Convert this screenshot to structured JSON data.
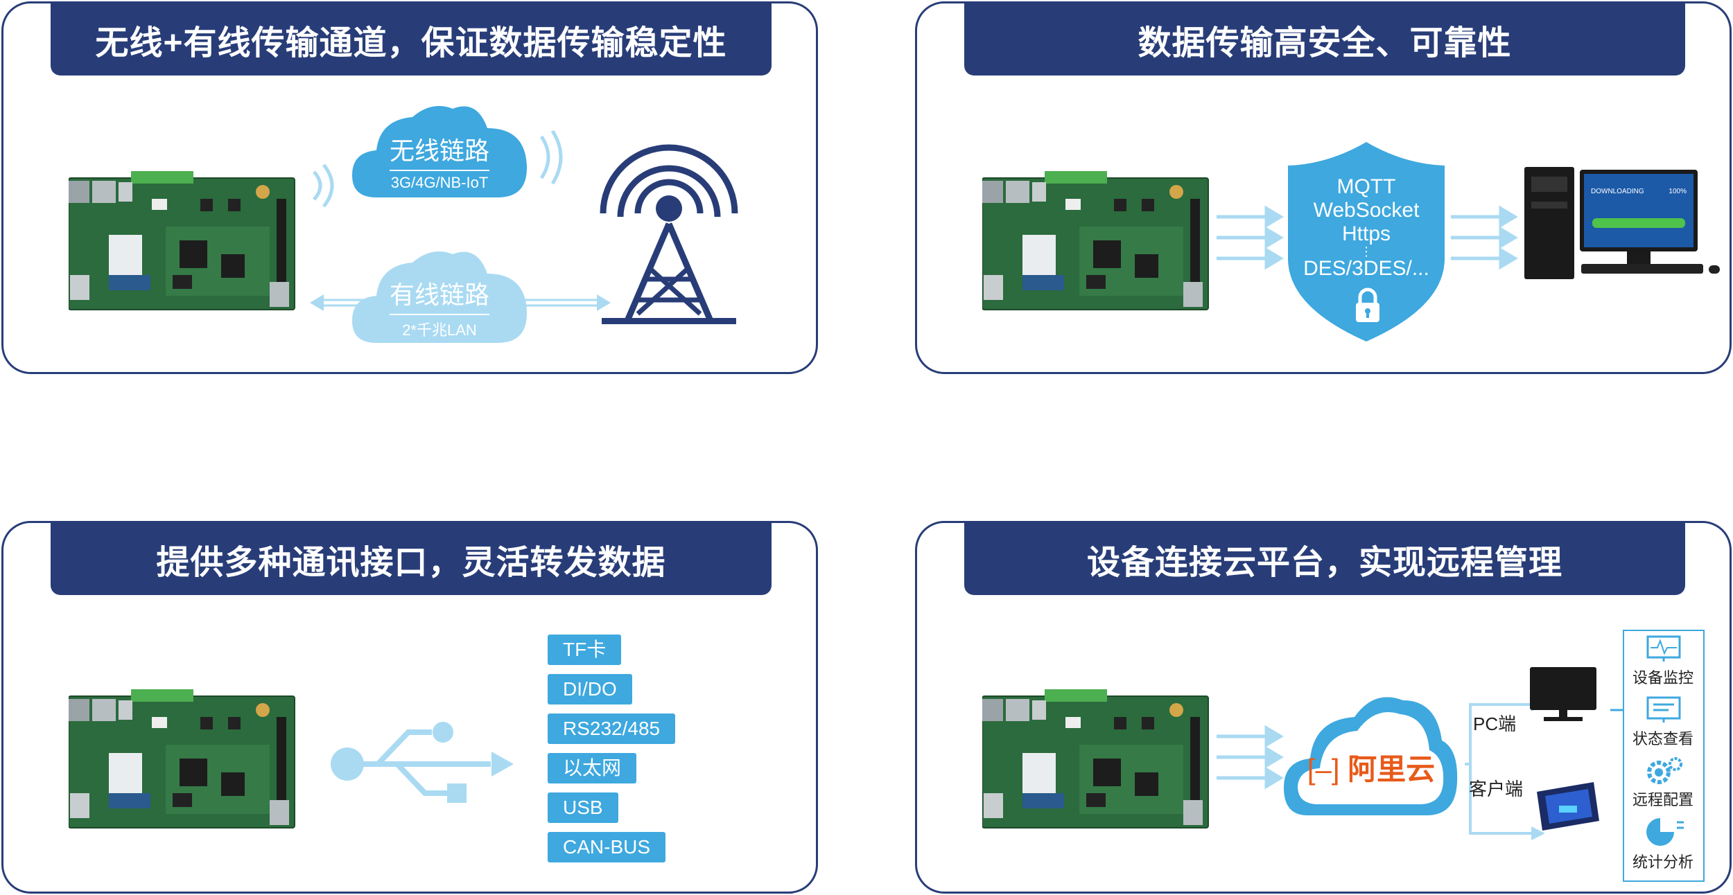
{
  "panels": {
    "wireless": {
      "title": "无线+有线传输通道，保证数据传输稳定性",
      "wireless_link": {
        "title": "无线链路",
        "subtitle": "3G/4G/NB-IoT"
      },
      "wired_link": {
        "title": "有线链路",
        "subtitle": "2*千兆LAN"
      }
    },
    "security": {
      "title": "数据传输高安全、可靠性",
      "protocols": [
        "MQTT",
        "WebSocket",
        "Https",
        "DES/3DES/..."
      ],
      "screen_text": "DOWNLOADING",
      "screen_percent": "100%"
    },
    "interfaces": {
      "title": "提供多种通讯接口，灵活转发数据",
      "items": [
        "TF卡",
        "DI/DO",
        "RS232/485",
        "以太网",
        "USB",
        "CAN-BUS"
      ]
    },
    "cloud": {
      "title": "设备连接云平台，实现远程管理",
      "cloud_name": "阿里云",
      "pc_label": "PC端",
      "client_label": "客户端",
      "features": [
        "设备监控",
        "状态查看",
        "远程配置",
        "统计分析"
      ]
    }
  },
  "colors": {
    "navy": "#283d78",
    "blue": "#3ea8df",
    "light_blue": "#a9daf2",
    "orange": "#e85a1a",
    "pcb_green": "#2b6b3d"
  }
}
